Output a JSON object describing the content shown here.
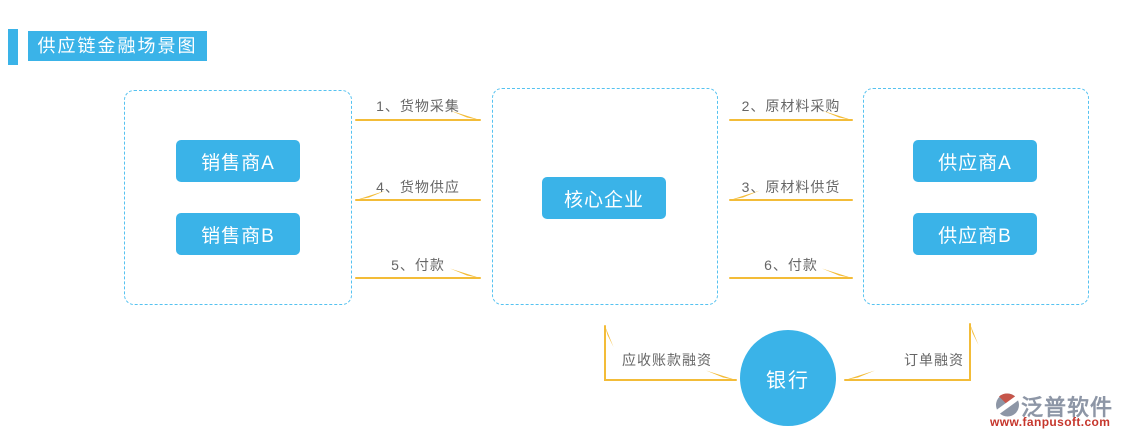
{
  "page": {
    "title": "供应链金融场景图"
  },
  "boxes": {
    "sellers": {
      "items": [
        "销售商A",
        "销售商B"
      ]
    },
    "core": {
      "items": [
        "核心企业"
      ]
    },
    "suppliers": {
      "items": [
        "供应商A",
        "供应商B"
      ]
    }
  },
  "bank": {
    "label": "银行"
  },
  "flows": {
    "f1": {
      "label": "1、货物采集",
      "from": "sellers",
      "to": "core",
      "direction": "right"
    },
    "f2": {
      "label": "2、原材料采购",
      "from": "core",
      "to": "suppliers",
      "direction": "right"
    },
    "f3": {
      "label": "3、原材料供货",
      "from": "suppliers",
      "to": "core",
      "direction": "left"
    },
    "f4": {
      "label": "4、货物供应",
      "from": "core",
      "to": "sellers",
      "direction": "left"
    },
    "f5": {
      "label": "5、付款",
      "from": "sellers",
      "to": "core",
      "direction": "right"
    },
    "f6": {
      "label": "6、付款",
      "from": "core",
      "to": "suppliers",
      "direction": "right"
    }
  },
  "financing": {
    "receivables": {
      "label": "应收账款融资",
      "between": [
        "bank",
        "core"
      ]
    },
    "order": {
      "label": "订单融资",
      "between": [
        "bank",
        "suppliers"
      ]
    }
  },
  "logo": {
    "name": "泛普软件",
    "url": "www.fanpusoft.com"
  },
  "colors": {
    "accent_blue": "#3ab3e8",
    "dashed_border_blue": "#55c2f0",
    "arrow_gold": "#f3bc38",
    "label_gray": "#666666",
    "logo_gray": "#8d96a6",
    "logo_red": "#c6362c"
  }
}
